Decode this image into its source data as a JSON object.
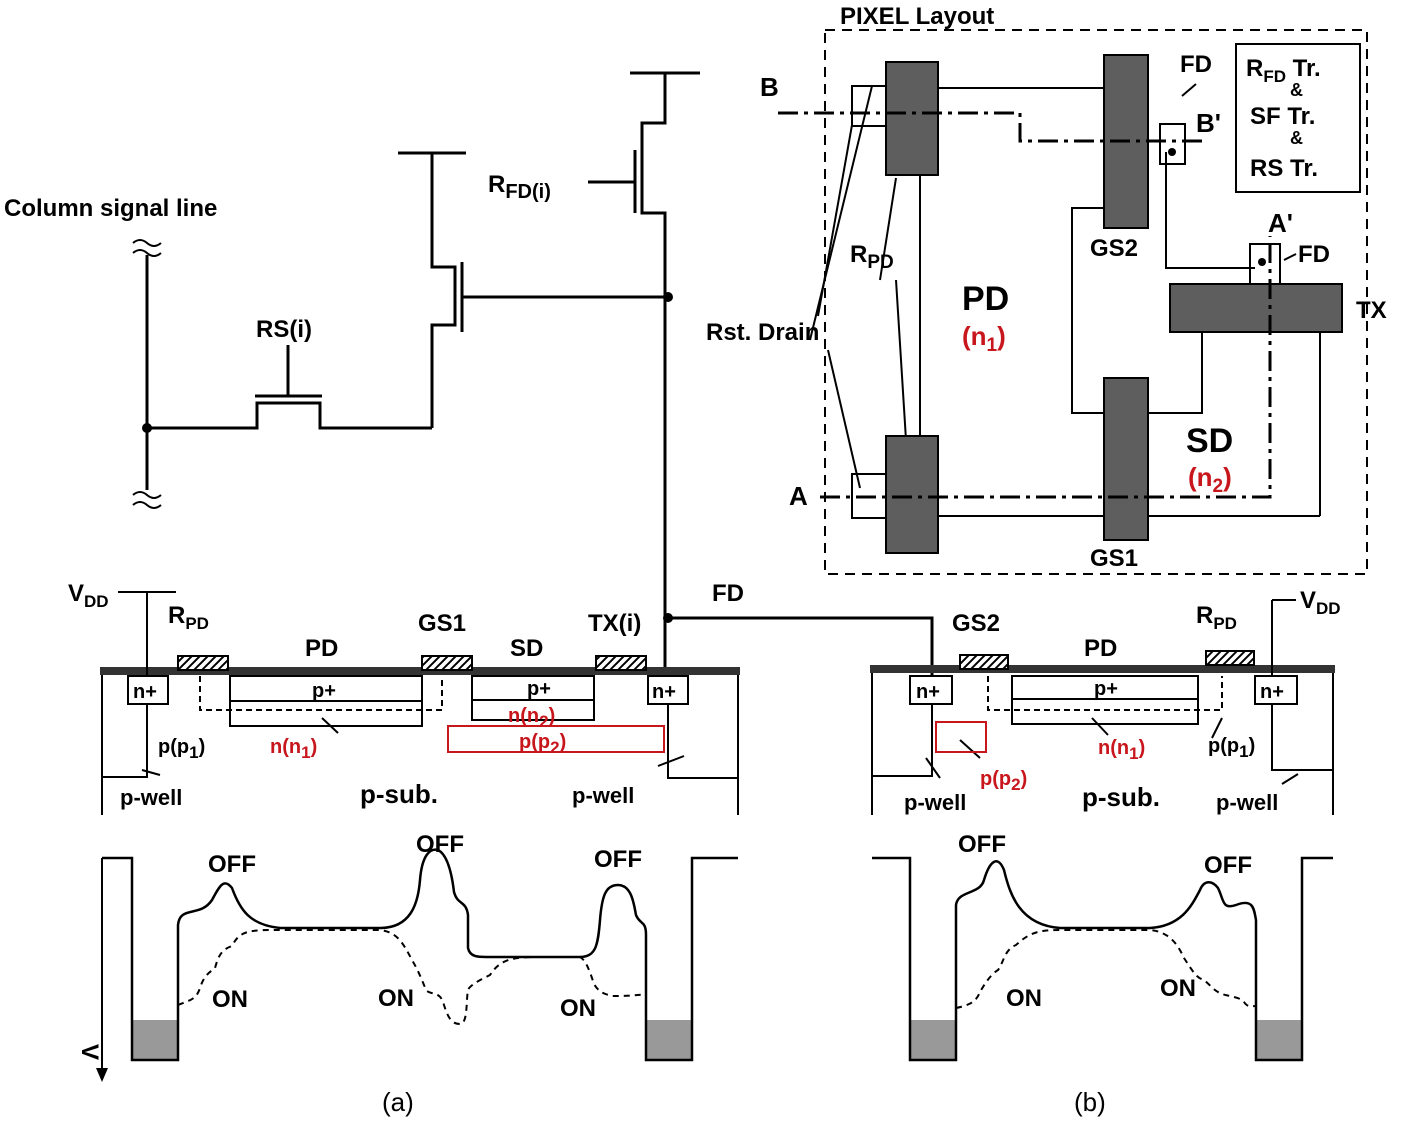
{
  "labels": {
    "pixel_layout": "PIXEL Layout",
    "column_signal_line": "Column signal line",
    "rs": "RS(i)",
    "rfd_r": "R",
    "rfd_sub": "FD(i)",
    "vdd_a_v": "V",
    "vdd_a_sub": "DD",
    "vdd_b_v": "V",
    "vdd_b_sub": "DD",
    "fd_mid": "FD",
    "rpd_a_r": "R",
    "rpd_a_sub": "PD",
    "pd_a": "PD",
    "gs1_a": "GS1",
    "sd_a": "SD",
    "tx_a": "TX(i)",
    "nplus_a1": "n+",
    "nplus_a2": "n+",
    "pplus_a1": "p+",
    "pplus_a2": "p+",
    "n_n2_a": "n(n",
    "n_n2_a_sub": "2",
    "n_n2_a_end": ")",
    "p_p2_a": "p(p",
    "p_p2_a_sub": "2",
    "p_p2_a_end": ")",
    "n_n1_a": "n(n",
    "n_n1_a_sub": "1",
    "n_n1_a_end": ")",
    "p_p1_a": "p(p",
    "p_p1_a_sub": "1",
    "p_p1_a_end": ")",
    "pwell_a1": "p-well",
    "psub_a": "p-sub.",
    "pwell_a2": "p-well",
    "gs2_b": "GS2",
    "pd_b": "PD",
    "rpd_b_r": "R",
    "rpd_b_sub": "PD",
    "nplus_b1": "n+",
    "nplus_b2": "n+",
    "pplus_b": "p+",
    "n_n1_b": "n(n",
    "n_n1_b_sub": "1",
    "n_n1_b_end": ")",
    "p_p1_b": "p(p",
    "p_p1_b_sub": "1",
    "p_p1_b_end": ")",
    "p_p2_b": "p(p",
    "p_p2_b_sub": "2",
    "p_p2_b_end": ")",
    "pwell_b1": "p-well",
    "psub_b": "p-sub.",
    "pwell_b2": "p-well",
    "off_a1": "OFF",
    "off_a2": "OFF",
    "off_a3": "OFF",
    "on_a1": "ON",
    "on_a2": "ON",
    "on_a3": "ON",
    "v_axis": "V",
    "off_b1": "OFF",
    "off_b2": "OFF",
    "on_b1": "ON",
    "on_b2": "ON",
    "caption_a": "(a)",
    "caption_b": "(b)",
    "layout_b": "B",
    "layout_bp": "B'",
    "layout_a": "A",
    "layout_ap": "A'",
    "layout_fd1": "FD",
    "layout_fd2": "FD",
    "layout_rpd_r": "R",
    "layout_rpd_sub": "PD",
    "layout_pd": "PD",
    "layout_n1": "(n",
    "layout_n1_sub": "1",
    "layout_n1_end": ")",
    "layout_rst": "Rst. Drain",
    "layout_gs2": "GS2",
    "layout_gs1": "GS1",
    "layout_sd": "SD",
    "layout_n2": "(n",
    "layout_n2_sub": "2",
    "layout_n2_end": ")",
    "layout_tx": "TX",
    "box_rfd_r": "R",
    "box_rfd_sub": "FD",
    "box_rfd_tr": " Tr.",
    "box_amp1": "&",
    "box_sf": "SF Tr.",
    "box_amp2": "&",
    "box_rs": "RS Tr."
  },
  "colors": {
    "accent_red": "#c8161d",
    "gray_fill": "#5e5e5e",
    "well_fill": "#999999"
  }
}
